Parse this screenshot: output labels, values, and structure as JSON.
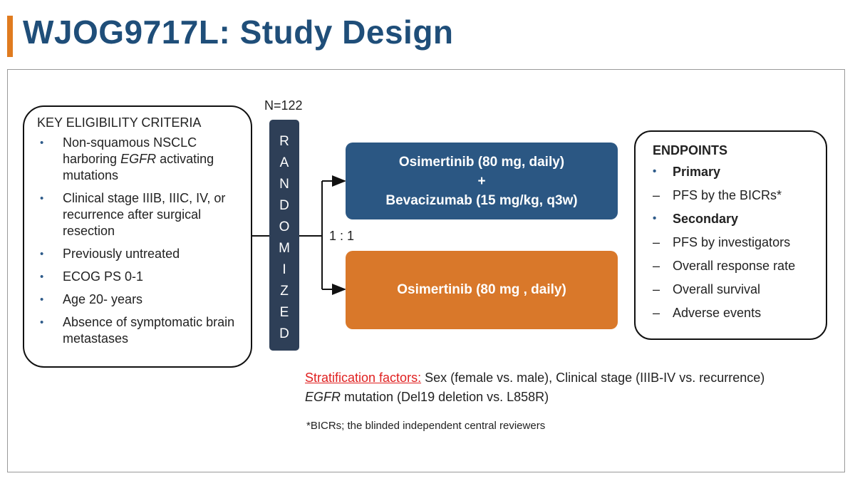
{
  "title": "WJOG9717L: Study Design",
  "sample_size": "N=122",
  "eligibility": {
    "heading": "KEY ELIGIBILITY CRITERIA",
    "items": [
      {
        "pre": "Non-squamous NSCLC harboring ",
        "em": "EGFR",
        "post": " activating mutations"
      },
      {
        "pre": "Clinical stage IIIB, IIIC, IV, or recurrence after surgical resection",
        "em": "",
        "post": ""
      },
      {
        "pre": "Previously untreated",
        "em": "",
        "post": ""
      },
      {
        "pre": "ECOG PS 0-1",
        "em": "",
        "post": ""
      },
      {
        "pre": "Age 20- years",
        "em": "",
        "post": ""
      },
      {
        "pre": "Absence of symptomatic brain metastases",
        "em": "",
        "post": ""
      }
    ]
  },
  "randomized_letters": [
    "R",
    "A",
    "N",
    "D",
    "O",
    "M",
    "I",
    "Z",
    "E",
    "D"
  ],
  "ratio": "1 : 1",
  "arms": {
    "arm1": {
      "line1": "Osimertinib (80 mg, daily)",
      "line2": "+",
      "line3": "Bevacizumab (15 mg/kg, q3w)"
    },
    "arm2": {
      "label": "Osimertinib (80 mg , daily)"
    }
  },
  "endpoints": {
    "heading": "ENDPOINTS",
    "items": [
      {
        "marker": "•",
        "text": "Primary",
        "bold": true
      },
      {
        "marker": "–",
        "text": "PFS by the BICRs*",
        "bold": false
      },
      {
        "marker": "•",
        "text": "Secondary",
        "bold": true
      },
      {
        "marker": "–",
        "text": "PFS by investigators",
        "bold": false
      },
      {
        "marker": "–",
        "text": "Overall response rate",
        "bold": false
      },
      {
        "marker": "–",
        "text": "Overall survival",
        "bold": false
      },
      {
        "marker": "–",
        "text": "Adverse events",
        "bold": false
      }
    ]
  },
  "stratification": {
    "label": "Stratification factors:",
    "line1_rest": " Sex (female vs. male), Clinical stage (IIIB-IV vs. recurrence)",
    "line2_em": "EGFR",
    "line2_rest": " mutation (Del19 deletion vs. L858R)"
  },
  "footnote": "*BICRs; the blinded independent central reviewers",
  "colors": {
    "title": "#1f4e79",
    "accent_bar": "#e07b1f",
    "arm1": "#2b5783",
    "arm2": "#d9782a",
    "randomized": "#2e3f57",
    "strat_label": "#e02020"
  }
}
